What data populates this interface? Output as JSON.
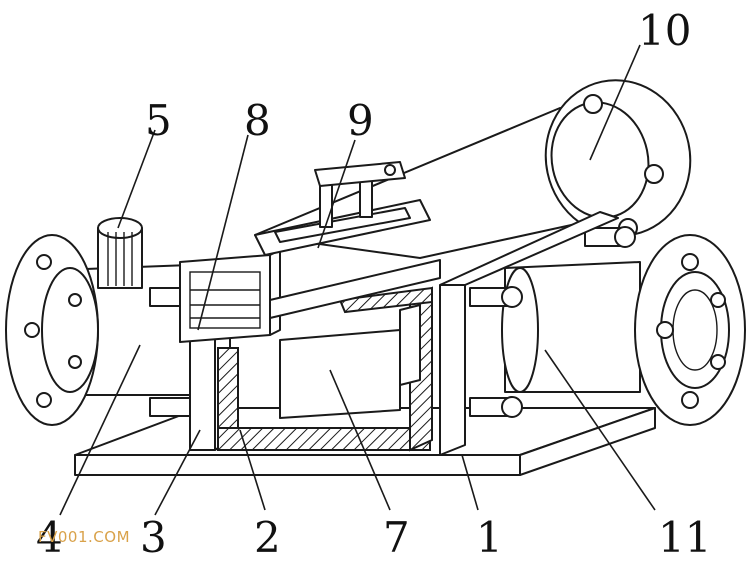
{
  "callouts": [
    {
      "id": "1",
      "label": "1"
    },
    {
      "id": "2",
      "label": "2"
    },
    {
      "id": "3",
      "label": "3"
    },
    {
      "id": "4",
      "label": "4"
    },
    {
      "id": "5",
      "label": "5"
    },
    {
      "id": "7",
      "label": "7"
    },
    {
      "id": "8",
      "label": "8"
    },
    {
      "id": "9",
      "label": "9"
    },
    {
      "id": "10",
      "label": "10"
    },
    {
      "id": "11",
      "label": "11"
    }
  ],
  "watermark": "FV001.COM",
  "colors": {
    "ink": "#1a1a1a",
    "watermark": "#d9a24a",
    "background": "#ffffff"
  }
}
